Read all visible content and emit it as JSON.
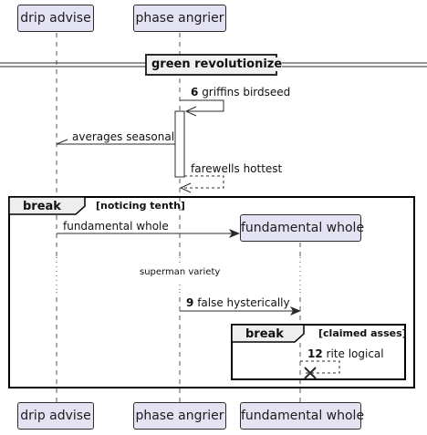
{
  "participants": [
    {
      "id": "p1",
      "label": "drip advise"
    },
    {
      "id": "p2",
      "label": "phase angrier"
    },
    {
      "id": "p3",
      "label": "fundamental whole"
    }
  ],
  "divider": {
    "label": "green revolutionize"
  },
  "messages": {
    "m6": {
      "number": "6",
      "text": "griffins birdseed"
    },
    "m_averages": {
      "text": "averages seasonal"
    },
    "m_farewells": {
      "text": "farewells hottest"
    },
    "m_create": {
      "text": "fundamental whole"
    },
    "m9": {
      "number": "9",
      "text": "false hysterically"
    },
    "m12": {
      "number": "12",
      "text": "rite logical"
    }
  },
  "delay": {
    "text": "superman variety"
  },
  "fragments": {
    "outer": {
      "keyword": "break",
      "condition": "[noticing tenth]"
    },
    "inner": {
      "keyword": "break",
      "condition": "[claimed asses]"
    }
  },
  "colors": {
    "participant_fill": "#e3e3f4",
    "line": "#2b2b2b",
    "fragment_tab": "#eeeeee"
  }
}
